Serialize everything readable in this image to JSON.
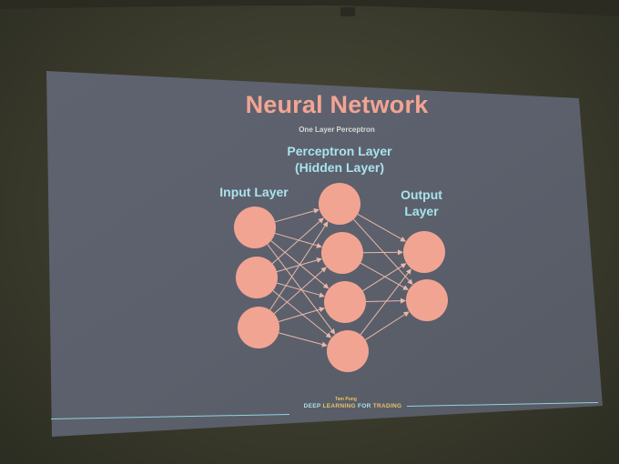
{
  "slide": {
    "title": "Neural Network",
    "subtitle": "One Layer Perceptron"
  },
  "layers": {
    "input_label": "Input Layer",
    "hidden_label_line1": "Perceptron Layer",
    "hidden_label_line2": "(Hidden Layer)",
    "output_label": "Output Layer",
    "input_nodes": 3,
    "hidden_nodes": 4,
    "output_nodes": 2
  },
  "footer": {
    "author": "Tam Pung",
    "brand_part1": "DEEP ",
    "brand_part2": "LEARNING",
    "brand_part3": " FOR ",
    "brand_part4": "TRADING"
  },
  "colors": {
    "slide_background": "#5c606c",
    "node_fill": "#f2a493",
    "title": "#f2a493",
    "layer_label": "#a9e3ec",
    "connection": "#e9b8aa",
    "accent_gold": "#e6c36a"
  }
}
